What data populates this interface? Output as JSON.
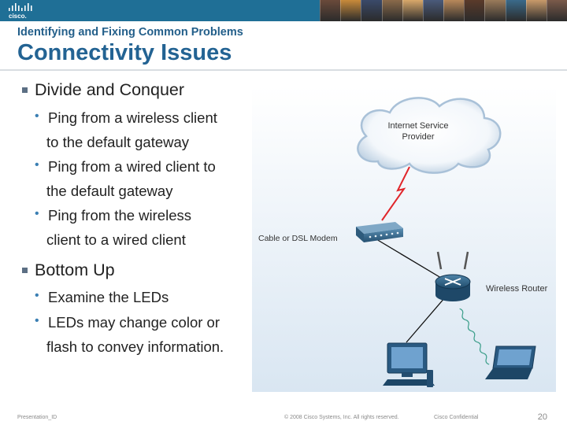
{
  "header": {
    "logo_text": "cisco.",
    "photo_colors": [
      "#6a4a3a",
      "#c88a3a",
      "#3a4a6a",
      "#8a6a4a",
      "#d8a86a",
      "#4a5a7a",
      "#b8885a",
      "#5a3a2a",
      "#9a7a5a",
      "#3a6a8a",
      "#c89a6a",
      "#7a5a4a"
    ]
  },
  "slide": {
    "subtitle": "Identifying and Fixing Common Problems",
    "title": "Connectivity Issues"
  },
  "bullets": {
    "b1": "Divide and Conquer",
    "b1_sub1_l1": "Ping from a wireless client",
    "b1_sub1_l2": "to the default gateway",
    "b1_sub2_l1": "Ping from a wired client to",
    "b1_sub2_l2": "the default gateway",
    "b1_sub3_l1": "Ping from the wireless",
    "b1_sub3_l2": "client to a wired client",
    "b2": "Bottom Up",
    "b2_sub1": "Examine the LEDs",
    "b2_sub2_l1": "LEDs may change color or",
    "b2_sub2_l2": "flash to convey information."
  },
  "diagram": {
    "isp_label_1": "Internet Service",
    "isp_label_2": "Provider",
    "modem_label": "Cable or DSL Modem",
    "router_label": "Wireless Router"
  },
  "footer": {
    "left": "Presentation_ID",
    "copyright": "© 2008 Cisco Systems, Inc. All rights reserved.",
    "confidential": "Cisco Confidential",
    "page": "20"
  }
}
